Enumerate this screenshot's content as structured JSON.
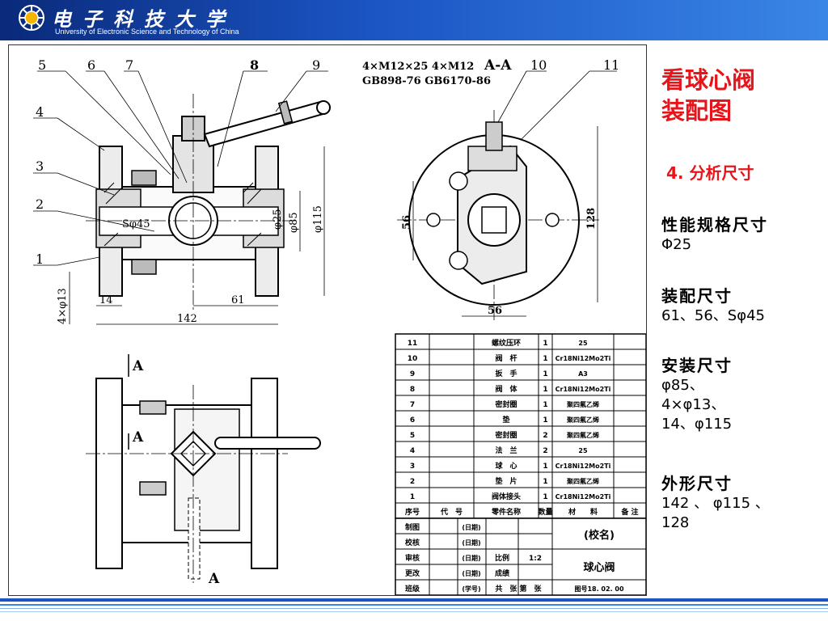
{
  "header": {
    "university_cn": "电子科技大学",
    "university_en": "University of Electronic Science and Technology of China",
    "bg_color": "#1b55c4"
  },
  "slide": {
    "title_line1": "看球心阀",
    "title_line2": "装配图",
    "subtitle": "4. 分析尺寸",
    "sections": [
      {
        "title": "性能规格尺寸",
        "lines": [
          "Φ25"
        ]
      },
      {
        "title": "装配尺寸",
        "lines": [
          "61、56、Sφ45"
        ]
      },
      {
        "title": "安装尺寸",
        "lines": [
          "φ85、",
          "4×φ13、",
          "14、φ115"
        ]
      },
      {
        "title": "外形尺寸",
        "lines": [
          "142 、 φ115 、",
          "128"
        ]
      }
    ],
    "accent_color": "#e8141a"
  },
  "drawing": {
    "balloons": [
      "5",
      "6",
      "7",
      "8",
      "9",
      "4",
      "3",
      "2",
      "1",
      "10",
      "11"
    ],
    "notes": {
      "bolt_spec": "4×M12×25  4×M12",
      "std_spec": "GB898-76  GB6170-86",
      "section": "A-A",
      "view_a": "A"
    },
    "dims": {
      "d25": "φ25",
      "d85": "φ85",
      "d115": "φ115",
      "sphere": "Sφ45",
      "d13": "4×φ13",
      "l14": "14",
      "l61": "61",
      "l142": "142",
      "l56v": "56",
      "l56h": "56",
      "l128": "128"
    }
  },
  "parts_table": {
    "rows": [
      [
        "11",
        "",
        "螺纹压环",
        "1",
        "25",
        ""
      ],
      [
        "10",
        "",
        "阀　杆",
        "1",
        "Cr18Ni12Mo2Ti",
        ""
      ],
      [
        "9",
        "",
        "扳　手",
        "1",
        "A3",
        ""
      ],
      [
        "8",
        "",
        "阀　体",
        "1",
        "Cr18Ni12Mo2Ti",
        ""
      ],
      [
        "7",
        "",
        "密封圈",
        "1",
        "聚四氟乙烯",
        ""
      ],
      [
        "6",
        "",
        "垫",
        "1",
        "聚四氟乙烯",
        ""
      ],
      [
        "5",
        "",
        "密封圈",
        "2",
        "聚四氟乙烯",
        ""
      ],
      [
        "4",
        "",
        "法　兰",
        "2",
        "25",
        ""
      ],
      [
        "3",
        "",
        "球　心",
        "1",
        "Cr18Ni12Mo2Ti",
        ""
      ],
      [
        "2",
        "",
        "垫　片",
        "1",
        "聚四氟乙烯",
        ""
      ],
      [
        "1",
        "",
        "阀体接头",
        "1",
        "Cr18Ni12Mo2Ti",
        ""
      ]
    ],
    "header": [
      "序号",
      "代　号",
      "零件名称",
      "数量",
      "材　　料",
      "备 注"
    ]
  },
  "title_block": {
    "roles": [
      "制图",
      "校核",
      "审核",
      "更改",
      "班级"
    ],
    "date_labels": [
      "(日期)",
      "(日期)",
      "(日期)",
      "(日期)",
      "(学号)"
    ],
    "school": "(校名)",
    "scale_label": "比例",
    "scale": "1:2",
    "grade_label": "成绩",
    "part_name": "球心阀",
    "sheets": "共　张 第　张",
    "drawing_no": "图号18. 02. 00"
  }
}
